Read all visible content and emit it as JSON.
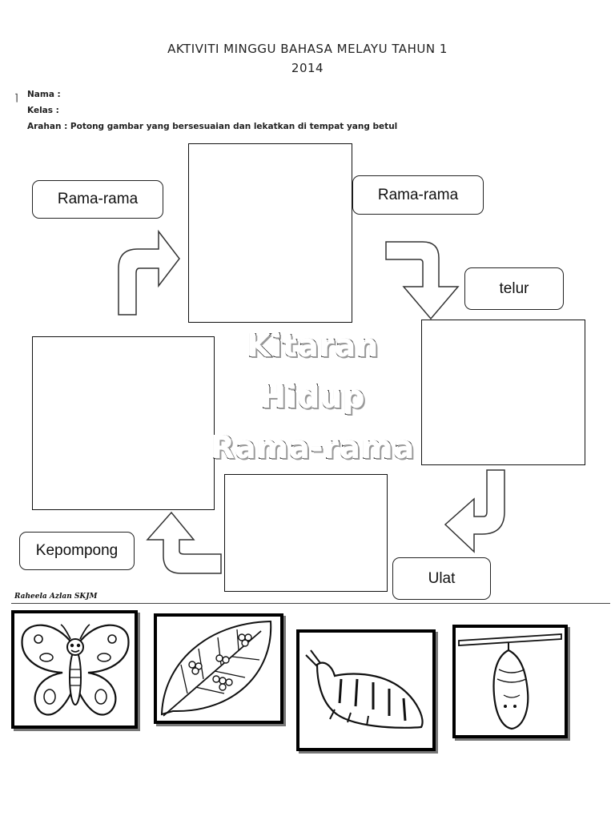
{
  "header": {
    "title_line1": "AKTIVITI MINGGU BAHASA MELAYU TAHUN 1",
    "title_line2": "2014"
  },
  "info": {
    "nama": "Nama :",
    "kelas": "Kelas :",
    "arahan": "Arahan : Potong gambar yang bersesuaian dan lekatkan di tempat yang betul"
  },
  "labels": {
    "top_left": "Rama-rama",
    "top_right": "Rama-rama",
    "telur": "telur",
    "ulat": "Ulat",
    "kepompong": "Kepompong"
  },
  "center_title": {
    "line1": "Kitaran",
    "line2": "Hidup",
    "line3": "Rama-rama"
  },
  "signature": "Raheela Azlan SKJM",
  "pictures": [
    {
      "name": "butterfly-picture",
      "icon": "butterfly-icon"
    },
    {
      "name": "eggs-on-leaf-picture",
      "icon": "leaf-eggs-icon"
    },
    {
      "name": "caterpillar-picture",
      "icon": "caterpillar-icon"
    },
    {
      "name": "cocoon-picture",
      "icon": "cocoon-icon"
    }
  ]
}
